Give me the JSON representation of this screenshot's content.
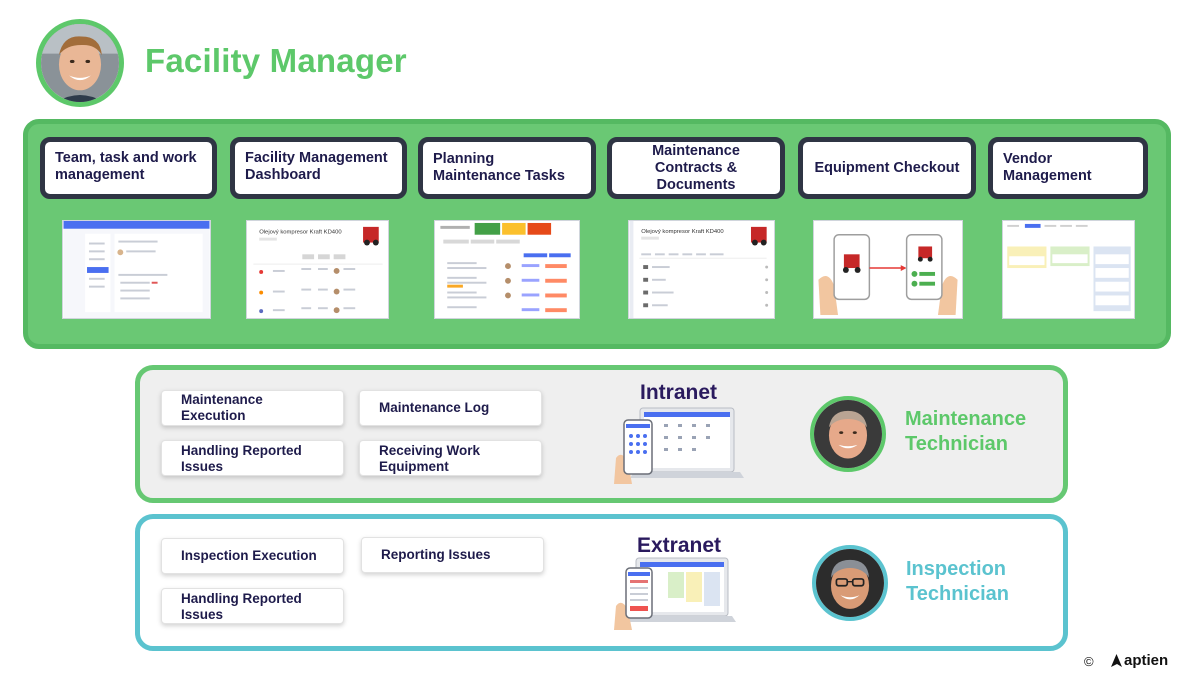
{
  "header": {
    "title": "Facility Manager"
  },
  "modules": [
    {
      "label": "Team, task and work management"
    },
    {
      "label": "Facility Management Dashboard"
    },
    {
      "label": "Planning Maintenance Tasks"
    },
    {
      "label": "Maintenance Contracts & Documents"
    },
    {
      "label": "Equipment Checkout"
    },
    {
      "label": "Vendor Management"
    }
  ],
  "thumbnails": {
    "asset_title": "Olejový kompresor Kraft KD400"
  },
  "intranet": {
    "label": "Intranet",
    "role": "Maintenance Technician",
    "tasks": [
      {
        "label": "Maintenance Execution"
      },
      {
        "label": "Maintenance Log"
      },
      {
        "label": "Handling Reported Issues"
      },
      {
        "label": "Receiving Work Equipment"
      }
    ]
  },
  "extranet": {
    "label": "Extranet",
    "role": "Inspection Technician",
    "tasks": [
      {
        "label": "Inspection Execution"
      },
      {
        "label": "Reporting Issues"
      },
      {
        "label": "Handling Reported Issues"
      }
    ]
  },
  "footer": {
    "copyright": "©",
    "brand": "aptien"
  },
  "colors": {
    "green": "#5dc86a",
    "teal": "#5bc3cf",
    "navy": "#1e1b4b",
    "card_border": "#2f3544"
  },
  "icons": [
    "facility-manager-photo",
    "maintenance-technician-photo",
    "inspection-technician-photo",
    "aptien-logo-icon"
  ]
}
